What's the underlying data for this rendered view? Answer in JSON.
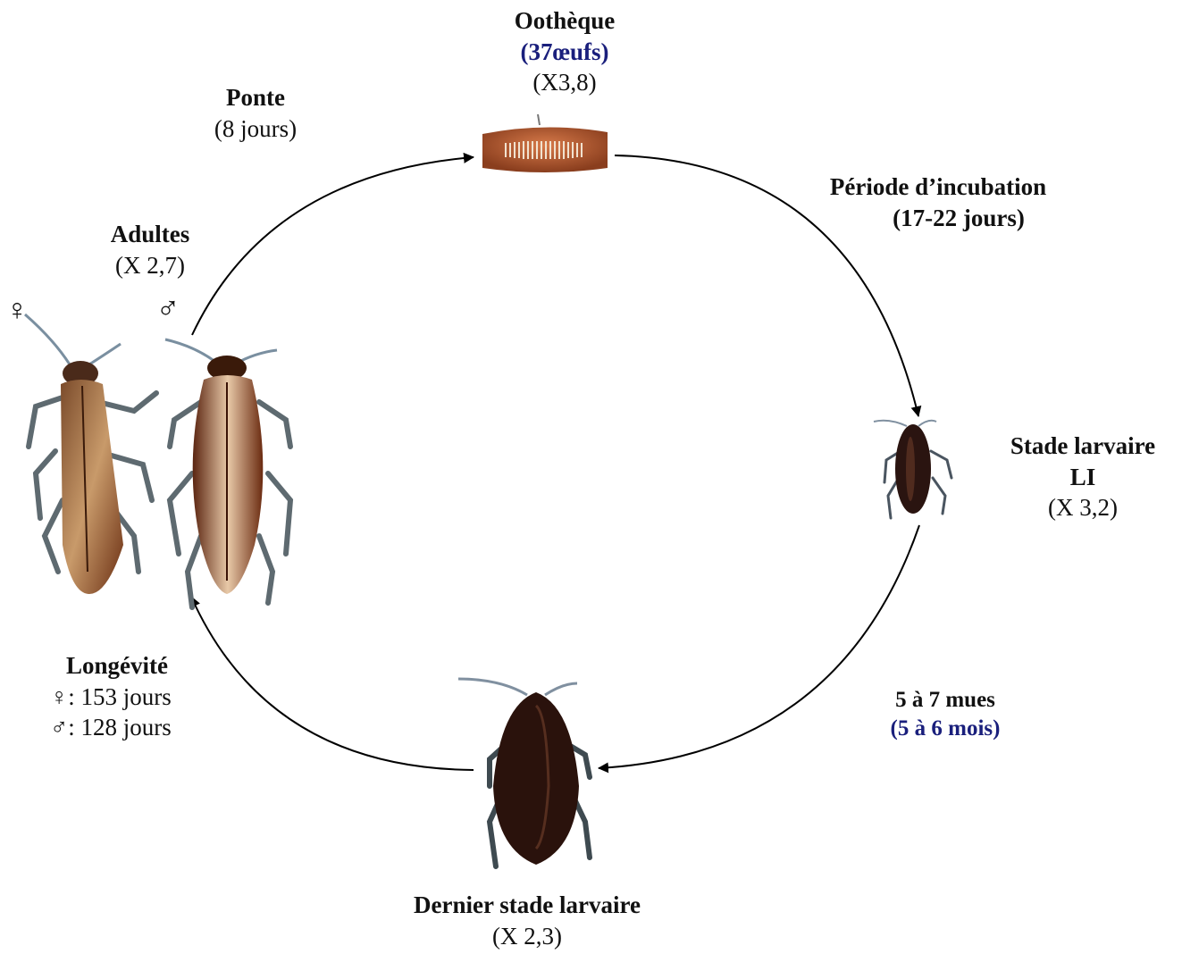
{
  "ootheque": {
    "title": "Oothèque",
    "eggs": "(37œufs)",
    "scale": "(X3,8)"
  },
  "ponte": {
    "title": "Ponte",
    "duration": "(8 jours)"
  },
  "incubation": {
    "title": "Période d’incubation",
    "duration": "(17-22 jours)"
  },
  "adultes": {
    "title": "Adultes",
    "scale": "(X 2,7)",
    "female_symbol": "♀",
    "male_symbol": "♂"
  },
  "stade_l1": {
    "title_line1": "Stade larvaire",
    "title_line2": "LI",
    "scale": "(X 3,2)"
  },
  "mues": {
    "count": "5 à 7 mues",
    "duration": "(5 à 6 mois)"
  },
  "longevite": {
    "title": "Longévité",
    "female": "♀: 153 jours",
    "male": "♂: 128 jours"
  },
  "dernier_stade": {
    "title": "Dernier stade larvaire",
    "scale": "(X 2,3)"
  },
  "colors": {
    "accent_blue": "#1a1f7c",
    "roach_brown": "#7a3a1c",
    "larva_black": "#2a1410"
  }
}
